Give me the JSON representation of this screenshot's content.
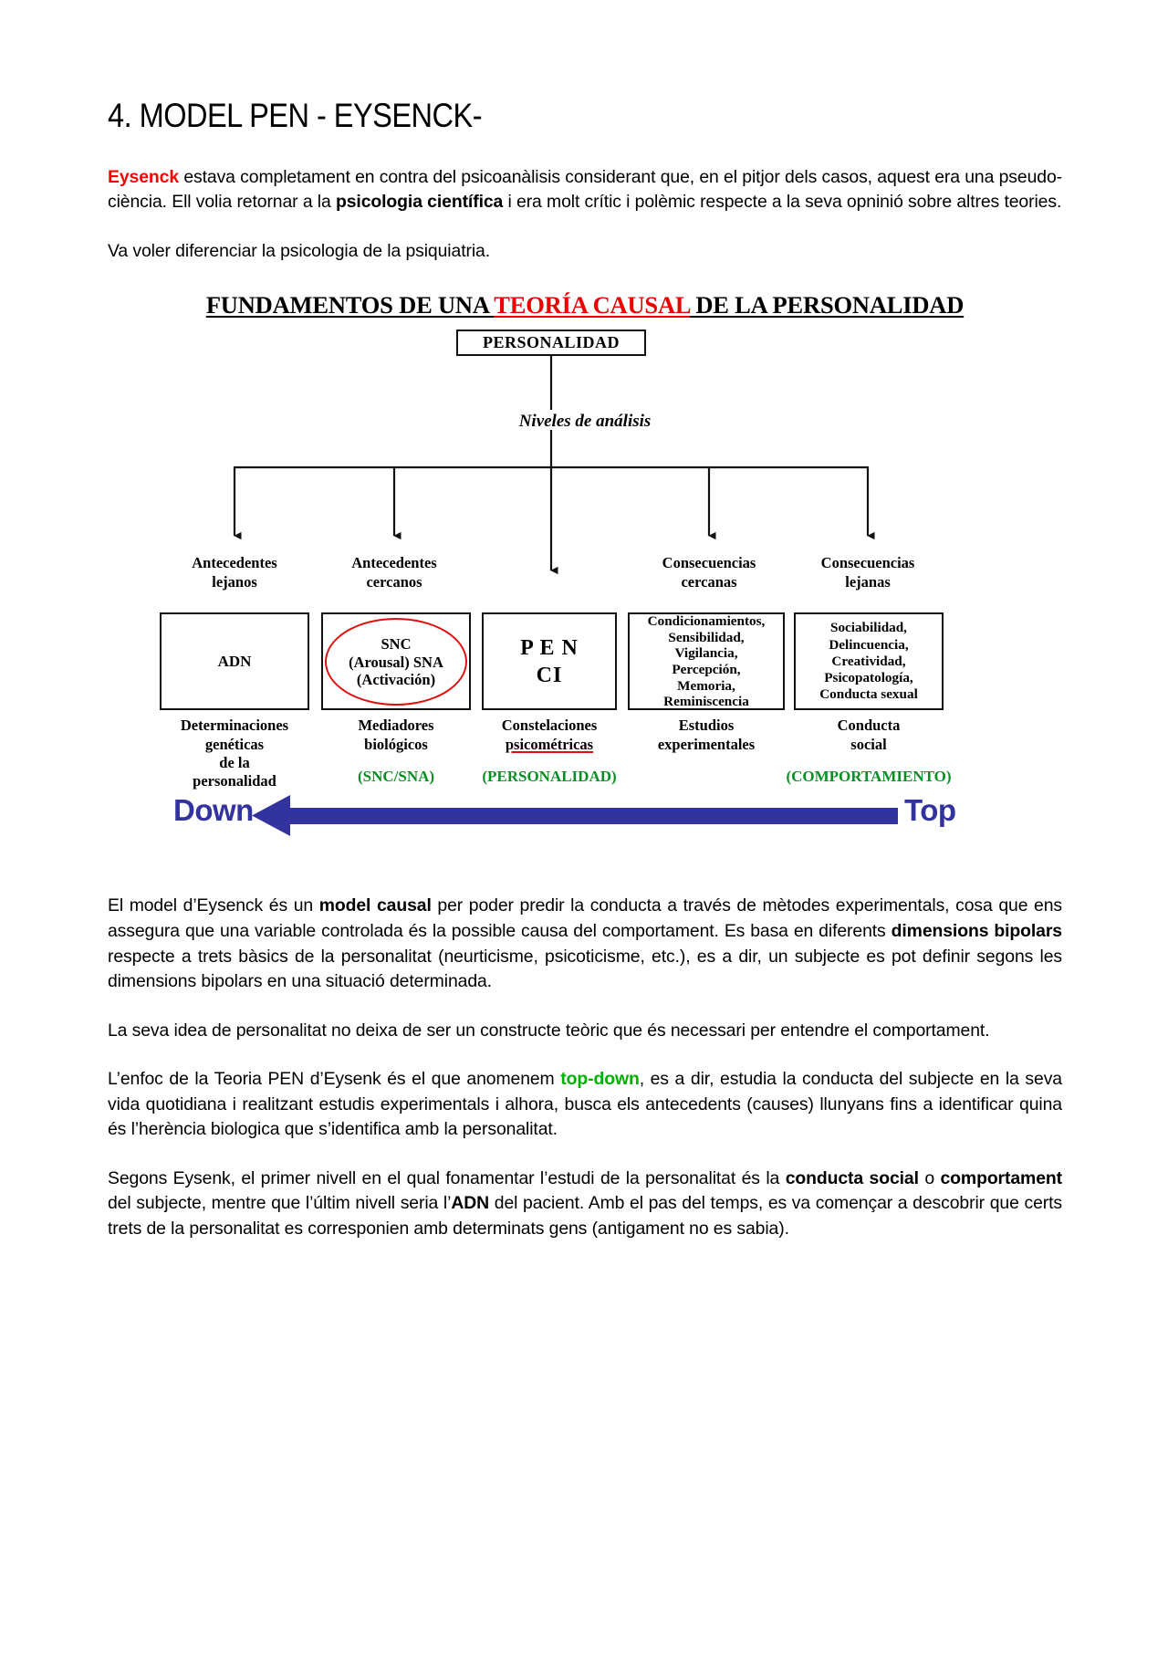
{
  "document": {
    "heading": "4. MODEL PEN - EYSENCK-",
    "paragraphs": {
      "p1_a": "Eysenck",
      "p1_b": " estava completament en contra del psicoanàlisis considerant que, en el pitjor dels casos, aquest era una pseudo-ciència. Ell volia retornar a la ",
      "p1_c": "psicologia científica",
      "p1_d": " i era molt crític i polèmic respecte a la seva opninió sobre altres teories.",
      "p2": "Va voler diferenciar la psicologia de la psiquiatria.",
      "p3_a": "El model d’Eysenck és un ",
      "p3_b": "model causal",
      "p3_c": " per poder predir la conducta a través de mètodes experimentals, cosa que ens assegura que una variable controlada és la possible causa del comportament. Es basa en diferents ",
      "p3_d": "dimensions bipolars",
      "p3_e": " respecte a trets bàsics de la personalitat (neurticisme, psicoticisme, etc.), es a dir, un subjecte es pot definir segons les dimensions bipolars en una situació determinada.",
      "p4": "La seva idea de personalitat no deixa de ser un constructe teòric que és necessari per entendre el comportament.",
      "p5_a": "L’enfoc de la Teoria PEN d’Eysenk és el que anomenem ",
      "p5_b": "top-down",
      "p5_c": ", es a dir, estudia la conducta del subjecte en la seva vida quotidiana i realitzant estudis experimentals i alhora, busca els antecedents (causes) llunyans fins a identificar quina és l’herència biologica que s’identifica amb la personalitat.",
      "p6_a": "Segons Eysenk, el primer nivell en el qual fonamentar l’estudi de la personalitat és la ",
      "p6_b": "conducta social",
      "p6_c": " o ",
      "p6_d": "comportament",
      "p6_e": " del subjecte, mentre que l’últim nivell seria l’",
      "p6_f": "ADN",
      "p6_g": " del pacient. Amb el pas del temps, es va començar a descobrir que certs trets de la personalitat es corresponien amb determinats gens (antigament no es sabia)."
    },
    "colors": {
      "highlight_red": "#ff0000",
      "highlight_green": "#00b200",
      "figure_red": "#ee0000",
      "figure_green": "#0a8f24",
      "arrow_blue": "#3333a0"
    }
  },
  "figure": {
    "title_part1": "FUNDAMENTOS DE UNA ",
    "title_part2": "TEORÍA CAUSAL",
    "title_part3": " DE LA PERSONALIDAD",
    "root_box": "PERSONALIDAD",
    "levels_label": "Niveles de análisis",
    "level_labels": [
      "Antecedentes\nlejanos",
      "Antecedentes\ncercanos",
      "",
      "Consecuencias\ncercanas",
      "Consecuencias\nlejanas"
    ],
    "level_labels_flat": {
      "l1_line1": "Antecedentes",
      "l1_line2": "lejanos",
      "l2_line1": "Antecedentes",
      "l2_line2": "cercanos",
      "l4_line1": "Consecuencias",
      "l4_line2": "cercanas",
      "l5_line1": "Consecuencias",
      "l5_line2": "lejanas"
    },
    "boxes": {
      "box1": "ADN",
      "box2_line1": "SNC",
      "box2_line2": "(Arousal) SNA",
      "box2_line3": "(Activación)",
      "box3_line1": "P E N",
      "box3_line2": "CI",
      "box4_line1": "Condicionamientos,",
      "box4_line2": "Sensibilidad,",
      "box4_line3": "Vigilancia,",
      "box4_line4": "Percepción,",
      "box4_line5": "Memoria,",
      "box4_line6": "Reminiscencia",
      "box5_line1": "Sociabilidad,",
      "box5_line2": "Delincuencia,",
      "box5_line3": "Creatividad,",
      "box5_line4": "Psicopatología,",
      "box5_line5": "Conducta sexual"
    },
    "captions": {
      "c1_line1": "Determinaciones",
      "c1_line2": "genéticas",
      "c1_line3": "de la",
      "c1_line4": "personalidad",
      "c2_line1": "Mediadores",
      "c2_line2": "biológicos",
      "c3_line1": "Constelaciones",
      "c3_line2": "psicométricas",
      "c4_line1": "Estudios",
      "c4_line2": "experimentales",
      "c5_line1": "Conducta",
      "c5_line2": "social"
    },
    "green_captions": {
      "g2": "(SNC/SNA)",
      "g3": "(PERSONALIDAD)",
      "g5": "(COMPORTAMIENTO)"
    },
    "direction": {
      "left_label": "Down",
      "right_label": "Top"
    }
  }
}
